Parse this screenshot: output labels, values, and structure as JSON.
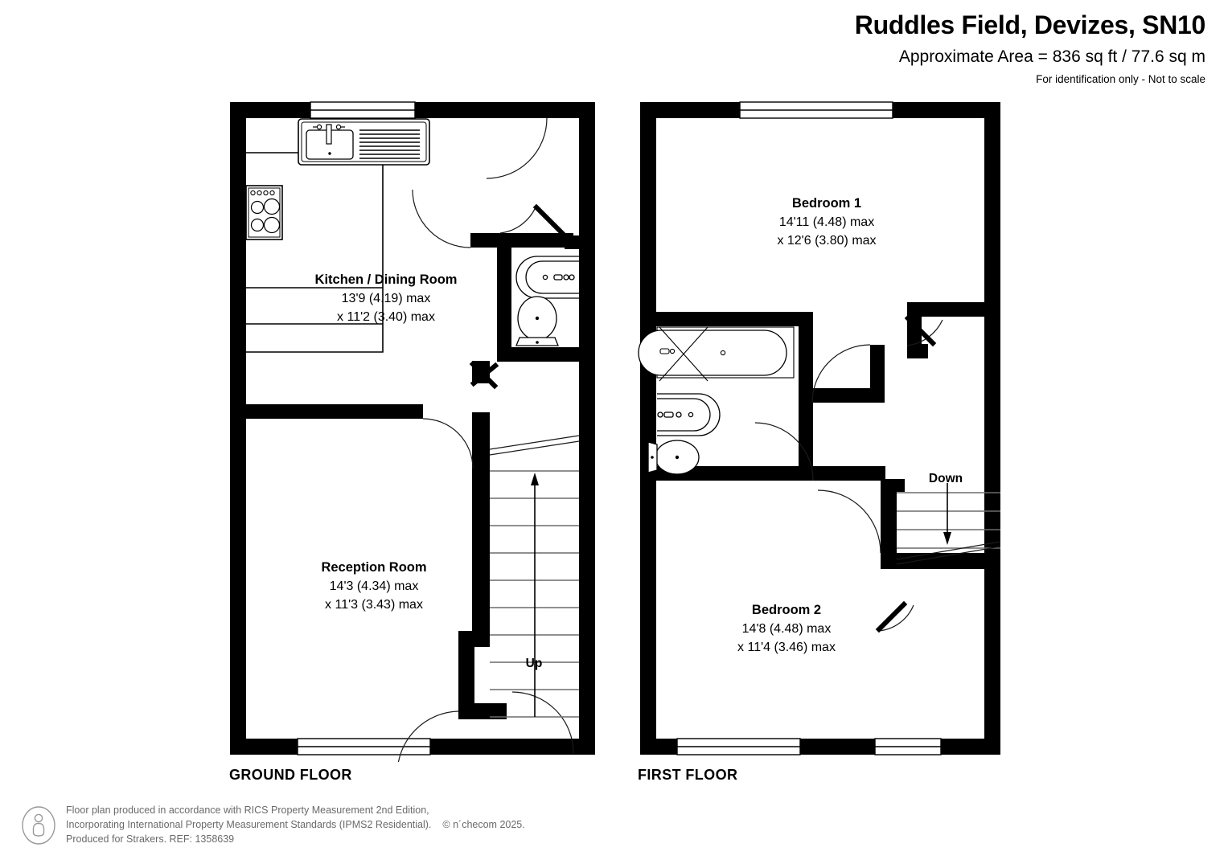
{
  "header": {
    "title": "Ruddles Field, Devizes, SN10",
    "area": "Approximate Area = 836 sq ft / 77.6 sq m",
    "disclaimer": "For identification only - Not to scale"
  },
  "floors": [
    {
      "id": "ground",
      "label": "GROUND FLOOR",
      "rooms": [
        {
          "name": "Kitchen / Dining Room",
          "dim1": "13'9 (4.19) max",
          "dim2": "x 11'2 (3.40) max"
        },
        {
          "name": "Reception Room",
          "dim1": "14'3 (4.34) max",
          "dim2": "x 11'3 (3.43) max"
        }
      ],
      "stairs_label": "Up"
    },
    {
      "id": "first",
      "label": "FIRST FLOOR",
      "rooms": [
        {
          "name": "Bedroom 1",
          "dim1": "14'11 (4.48) max",
          "dim2": "x 12'6 (3.80) max"
        },
        {
          "name": "Bedroom 2",
          "dim1": "14'8 (4.48) max",
          "dim2": "x 11'4 (3.46) max"
        }
      ],
      "stairs_label": "Down"
    }
  ],
  "footer": {
    "line1": "Floor plan produced in accordance with RICS Property Measurement 2nd Edition,",
    "line2": "Incorporating International Property Measurement Standards (IPMS2 Residential).",
    "copyright": "© n´checom 2025.",
    "line3": "Produced for Strakers.   REF:  1358639",
    "icon": "person-in-circle-icon"
  },
  "colors": {
    "wall": "#000000",
    "background": "#ffffff",
    "fixture_line": "#1a1a1a",
    "footer_text": "#6a6a6a"
  }
}
